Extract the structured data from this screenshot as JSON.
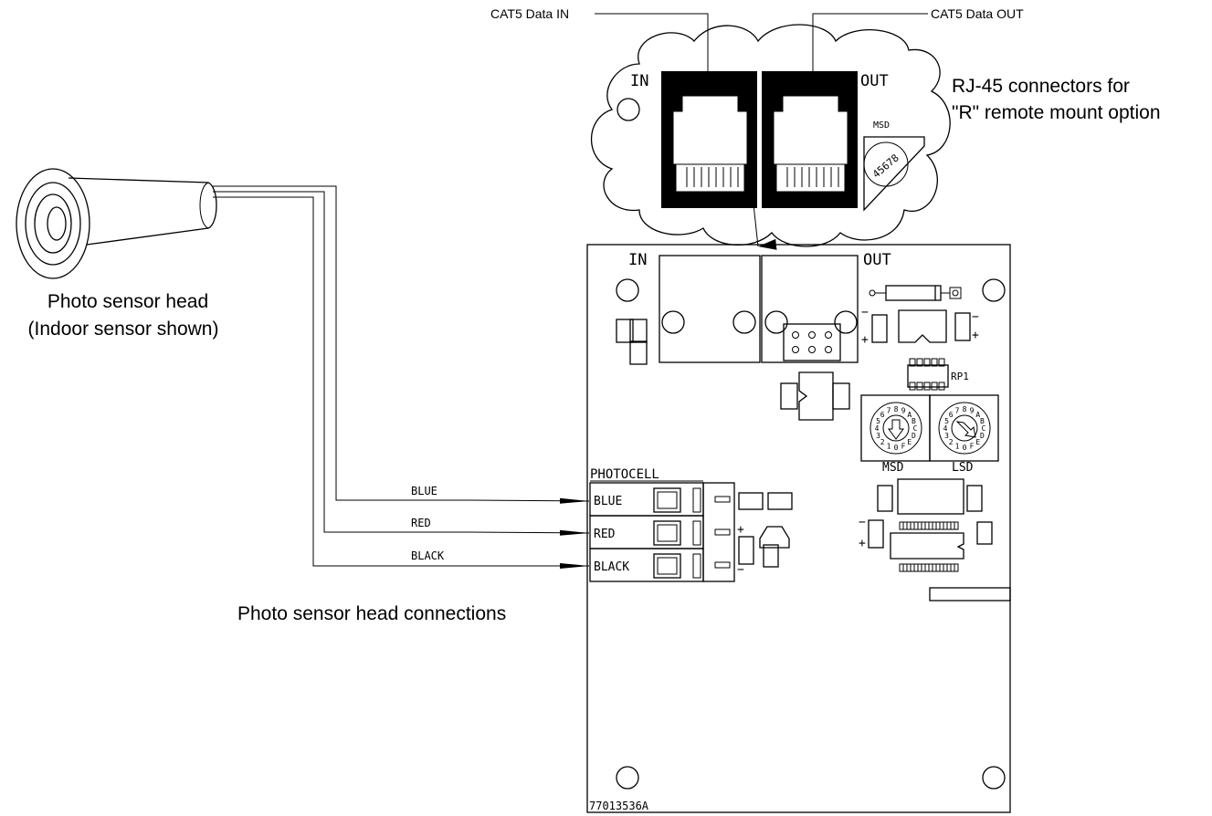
{
  "labels": {
    "cat5_in": "CAT5 Data IN",
    "cat5_out": "CAT5 Data OUT",
    "rj45_line1": "RJ-45 connectors for",
    "rj45_line2": "\"R\" remote mount option",
    "sensor_line1": "Photo sensor head",
    "sensor_line2": "(Indoor sensor shown)",
    "connections": "Photo sensor head connections",
    "part_number": "77013536A"
  },
  "board": {
    "in_label": "IN",
    "out_label": "OUT",
    "photocell": "PHOTOCELL",
    "rp1": "RP1",
    "msd": "MSD",
    "lsd": "LSD",
    "dial_digits": "0123456789ABCDEF",
    "plus": "+",
    "minus": "−"
  },
  "cloud": {
    "in_label": "IN",
    "out_label": "OUT",
    "msd": "MSD",
    "dial_digits": "45678"
  },
  "wires": [
    {
      "name": "BLUE",
      "terminal": "BLUE"
    },
    {
      "name": "RED",
      "terminal": "RED"
    },
    {
      "name": "BLACK",
      "terminal": "BLACK"
    }
  ],
  "colors": {
    "line": "#000000",
    "background": "#ffffff"
  }
}
